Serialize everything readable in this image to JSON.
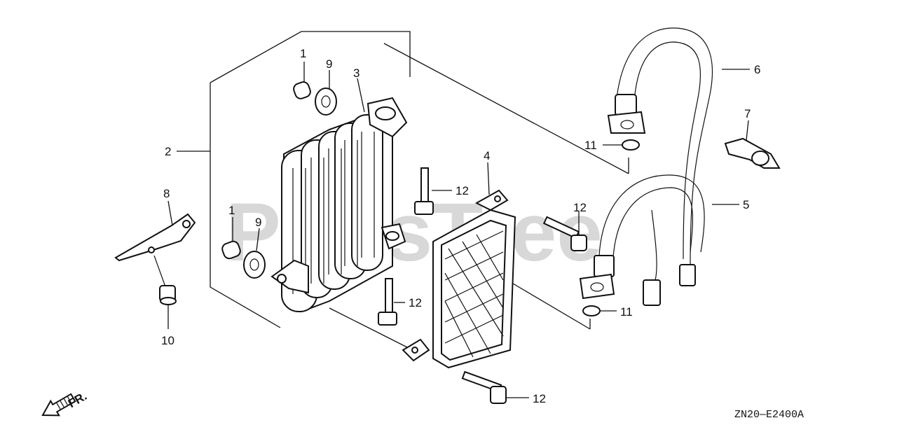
{
  "watermark": "PartsTree",
  "diagram_code": "ZN20—E2400A",
  "front_indicator": "FR.",
  "callouts": {
    "c1_top": "1",
    "c9_top": "9",
    "c3": "3",
    "c2": "2",
    "c8": "8",
    "c1_bottom": "1",
    "c9_bottom": "9",
    "c10": "10",
    "c4": "4",
    "c12_a": "12",
    "c12_b": "12",
    "c12_c": "12",
    "c12_d": "12",
    "c6": "6",
    "c7": "7",
    "c11_top": "11",
    "c5": "5",
    "c11_bottom": "11"
  },
  "colors": {
    "line": "#111111",
    "watermark": "#b9b9b9",
    "background": "#ffffff"
  },
  "icons": {
    "front_arrow": "arrow-icon"
  }
}
